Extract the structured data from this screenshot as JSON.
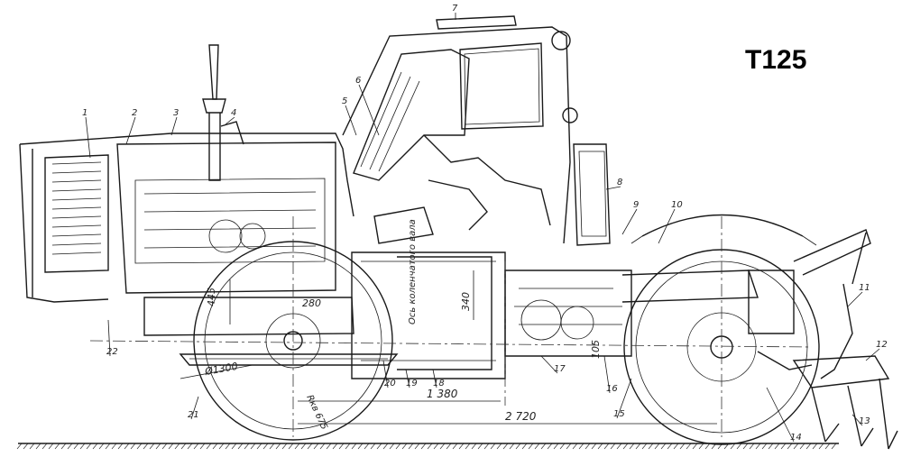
{
  "title": "T125",
  "callouts": [
    "1",
    "2",
    "3",
    "4",
    "5",
    "6",
    "7",
    "8",
    "9",
    "10",
    "11",
    "12",
    "13",
    "14",
    "15",
    "16",
    "17",
    "18",
    "19",
    "20",
    "21",
    "22"
  ],
  "dimensions": {
    "d445": "445",
    "d280": "280",
    "d340": "340",
    "d105": "105",
    "d1300": "Ø1300",
    "d1380": "1 380",
    "d2720": "2 720",
    "rkv": "Rкв 675"
  },
  "axis_label": "Ось коленчатого вала"
}
